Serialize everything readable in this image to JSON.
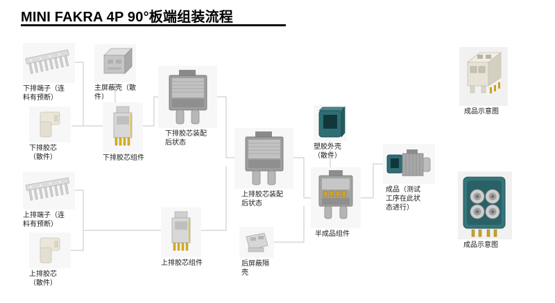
{
  "title": "MINI FAKRA 4P 90°板端组装流程",
  "colors": {
    "accent_teal": "#2e6e74",
    "contact_gold": "#c9a227",
    "connector_gray": "#9e9e9e",
    "line_gray": "#cfcfcf"
  },
  "nodes": {
    "lower_terminal": {
      "label": "下排端子（连料有预断）"
    },
    "lower_core": {
      "label": "下排胶芯（散件）"
    },
    "main_shield": {
      "label": "主屏蔽壳（散件）"
    },
    "lower_core_assembly": {
      "label": "下排胶芯组件"
    },
    "lower_core_assembled": {
      "label": "下排胶芯装配后状态"
    },
    "upper_terminal": {
      "label": "上排端子（连料有预断）"
    },
    "upper_core": {
      "label": "上排胶芯（散件）"
    },
    "upper_core_assembly": {
      "label": "上排胶芯组件"
    },
    "upper_core_assembled": {
      "label": "上排胶芯装配后状态"
    },
    "rear_shield": {
      "label": "后屏蔽隔壳"
    },
    "plastic_shell": {
      "label": "塑胶外壳（散件）"
    },
    "semi_finished": {
      "label": "半成品组件"
    },
    "finished": {
      "label": "成品（测试工序在此状态进行）"
    },
    "schematic_top": {
      "label": "成品示意图"
    },
    "schematic_bottom": {
      "label": "成品示意图"
    }
  }
}
